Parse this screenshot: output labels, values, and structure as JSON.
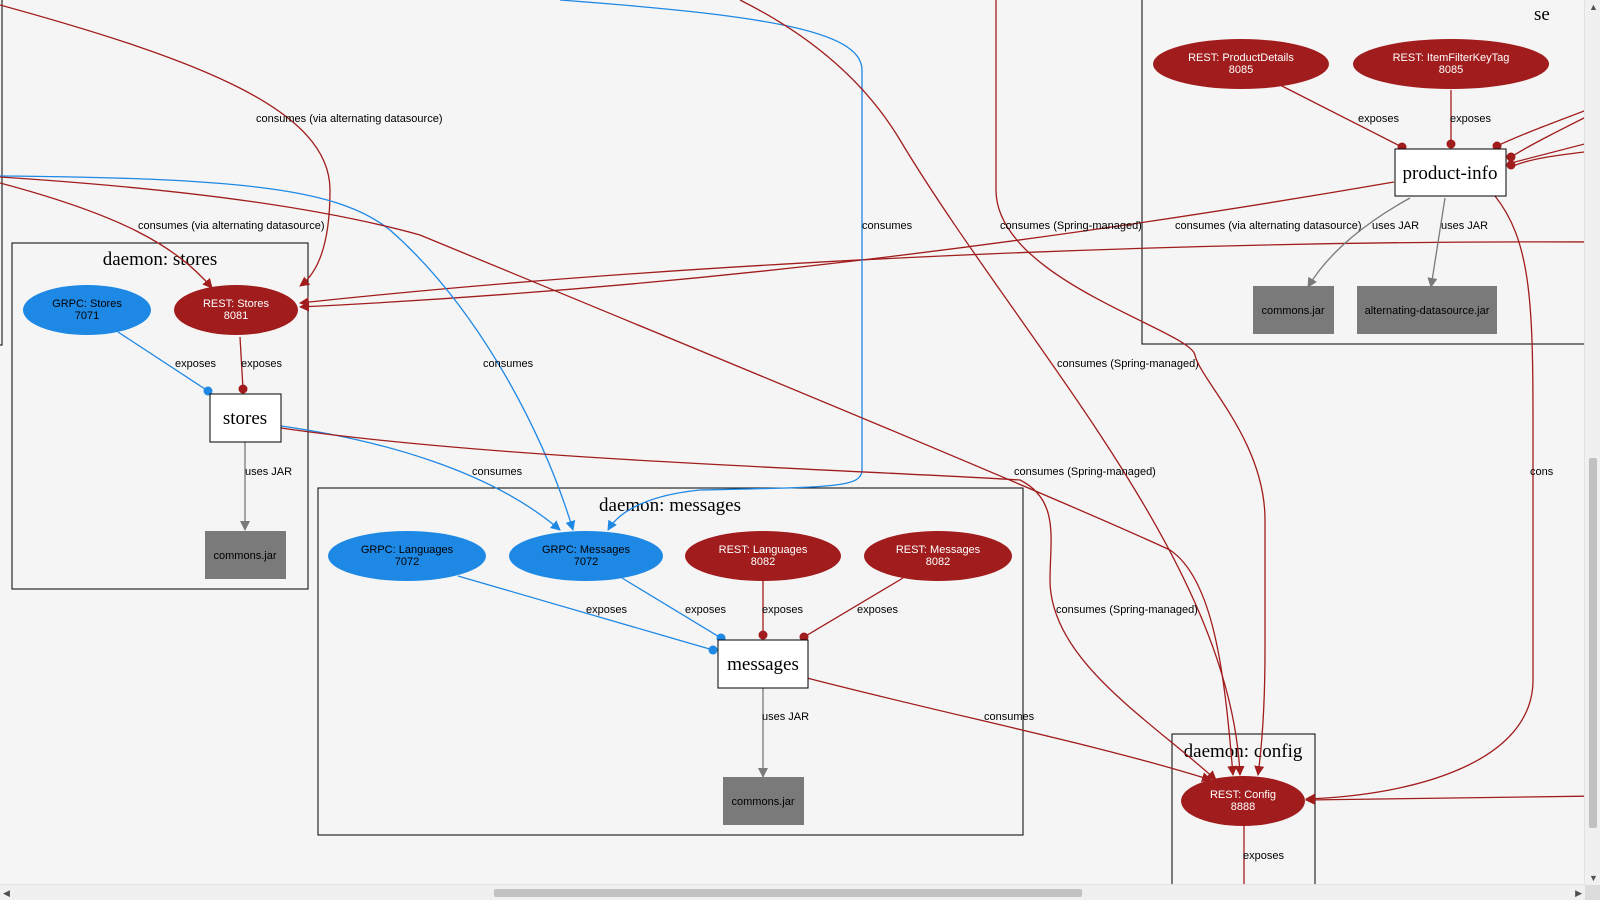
{
  "clusters": {
    "stores": "daemon: stores",
    "messages": "daemon: messages",
    "config": "daemon: config",
    "partial_right": "se"
  },
  "services": {
    "product_info": "product-info",
    "stores": "stores",
    "messages": "messages"
  },
  "endpoints": {
    "rest_product_details": {
      "name": "REST: ProductDetails",
      "port": "8085"
    },
    "rest_item_filter": {
      "name": "REST: ItemFilterKeyTag",
      "port": "8085"
    },
    "grpc_stores": {
      "name": "GRPC: Stores",
      "port": "7071"
    },
    "rest_stores": {
      "name": "REST: Stores",
      "port": "8081"
    },
    "grpc_languages": {
      "name": "GRPC: Languages",
      "port": "7072"
    },
    "grpc_messages": {
      "name": "GRPC: Messages",
      "port": "7072"
    },
    "rest_languages": {
      "name": "REST: Languages",
      "port": "8082"
    },
    "rest_messages": {
      "name": "REST: Messages",
      "port": "8082"
    },
    "rest_config": {
      "name": "REST: Config",
      "port": "8888"
    }
  },
  "jars": {
    "commons_product": "commons.jar",
    "alternating": "alternating-datasource.jar",
    "commons_stores": "commons.jar",
    "commons_messages": "commons.jar"
  },
  "edge_labels": {
    "consumes_alt_top": "consumes (via alternating datasource)",
    "consumes_alt_left": "consumes (via alternating datasource)",
    "consumes_alt_pi": "consumes (via alternating datasource)",
    "consumes_blue_right": "consumes",
    "consumes_blue_mid": "consumes",
    "consumes_blue_stores": "consumes",
    "consumes_messages": "consumes",
    "spring_1": "consumes (Spring-managed)",
    "spring_2": "consumes (Spring-managed)",
    "spring_3": "consumes (Spring-managed)",
    "spring_4": "consumes (Spring-managed)",
    "exposes_pd": "exposes",
    "exposes_if": "exposes",
    "exposes_grpc_stores": "exposes",
    "exposes_rest_stores": "exposes",
    "exposes_grpc_lang": "exposes",
    "exposes_grpc_msg": "exposes",
    "exposes_rest_lang": "exposes",
    "exposes_rest_msg": "exposes",
    "exposes_config": "exposes",
    "uses_jar_pi_1": "uses JAR",
    "uses_jar_pi_2": "uses JAR",
    "uses_jar_stores": "uses JAR",
    "uses_jar_messages": "uses JAR",
    "cons_cut": "cons"
  },
  "colors": {
    "rest": "#a11c1c",
    "grpc": "#1e88e5",
    "jar": "#7a7a7a",
    "background": "#f5f5f5"
  }
}
